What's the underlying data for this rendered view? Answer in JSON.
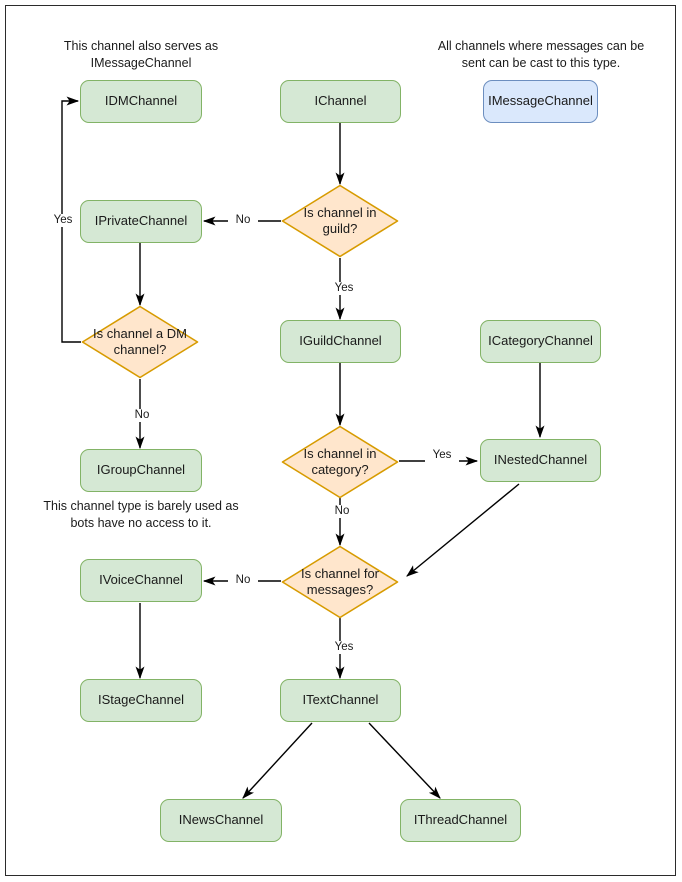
{
  "diagram": {
    "title": "Discord channel interface decision flowchart",
    "colors": {
      "green_fill": "#d5e8d4",
      "green_stroke": "#82b366",
      "blue_fill": "#dae8fc",
      "blue_stroke": "#6c8ebf",
      "orange_fill": "#ffe6cc",
      "orange_stroke": "#d79b00",
      "edge_stroke": "#000000",
      "frame_stroke": "#2b2b2b",
      "background": "#ffffff"
    },
    "notes": [
      {
        "id": "note-dm",
        "text": "This channel also serves as IMessageChannel"
      },
      {
        "id": "note-message",
        "text": "All channels where messages can be sent can be cast to this type."
      },
      {
        "id": "note-group",
        "text": "This channel type is barely used as bots have no access to it."
      }
    ],
    "nodes": [
      {
        "id": "idmchannel",
        "label": "IDMChannel",
        "shape": "rounded-rect",
        "style": "green"
      },
      {
        "id": "ichannel",
        "label": "IChannel",
        "shape": "rounded-rect",
        "style": "green"
      },
      {
        "id": "imessagechannel",
        "label": "IMessageChannel",
        "shape": "rounded-rect",
        "style": "blue"
      },
      {
        "id": "iprivatechannel",
        "label": "IPrivateChannel",
        "shape": "rounded-rect",
        "style": "green"
      },
      {
        "id": "is-channel-in-guild",
        "label": "Is channel in guild?",
        "shape": "diamond",
        "style": "orange"
      },
      {
        "id": "is-channel-dm",
        "label": "Is channel a DM channel?",
        "shape": "diamond",
        "style": "orange"
      },
      {
        "id": "iguildchannel",
        "label": "IGuildChannel",
        "shape": "rounded-rect",
        "style": "green"
      },
      {
        "id": "icategorychannel",
        "label": "ICategoryChannel",
        "shape": "rounded-rect",
        "style": "green"
      },
      {
        "id": "igroupchannel",
        "label": "IGroupChannel",
        "shape": "rounded-rect",
        "style": "green"
      },
      {
        "id": "is-channel-in-category",
        "label": "Is channel in category?",
        "shape": "diamond",
        "style": "orange"
      },
      {
        "id": "inestedchannel",
        "label": "INestedChannel",
        "shape": "rounded-rect",
        "style": "green"
      },
      {
        "id": "ivoicechannel",
        "label": "IVoiceChannel",
        "shape": "rounded-rect",
        "style": "green"
      },
      {
        "id": "is-channel-for-messages",
        "label": "Is channel for messages?",
        "shape": "diamond",
        "style": "orange"
      },
      {
        "id": "istagechannel",
        "label": "IStageChannel",
        "shape": "rounded-rect",
        "style": "green"
      },
      {
        "id": "itextchannel",
        "label": "ITextChannel",
        "shape": "rounded-rect",
        "style": "green"
      },
      {
        "id": "inewschannel",
        "label": "INewsChannel",
        "shape": "rounded-rect",
        "style": "green"
      },
      {
        "id": "ithreadchannel",
        "label": "IThreadChannel",
        "shape": "rounded-rect",
        "style": "green"
      }
    ],
    "edges": [
      {
        "id": "e-ichannel-guild",
        "from": "ichannel",
        "to": "is-channel-in-guild",
        "label": ""
      },
      {
        "id": "e-guild-no",
        "from": "is-channel-in-guild",
        "to": "iprivatechannel",
        "label": "No"
      },
      {
        "id": "e-guild-yes",
        "from": "is-channel-in-guild",
        "to": "iguildchannel",
        "label": "Yes"
      },
      {
        "id": "e-private-dm",
        "from": "iprivatechannel",
        "to": "is-channel-dm",
        "label": ""
      },
      {
        "id": "e-dm-yes",
        "from": "is-channel-dm",
        "to": "idmchannel",
        "label": "Yes"
      },
      {
        "id": "e-dm-no",
        "from": "is-channel-dm",
        "to": "igroupchannel",
        "label": "No"
      },
      {
        "id": "e-guildchannel-category",
        "from": "iguildchannel",
        "to": "is-channel-in-category",
        "label": ""
      },
      {
        "id": "e-category-yes",
        "from": "is-channel-in-category",
        "to": "inestedchannel",
        "label": "Yes"
      },
      {
        "id": "e-category-no",
        "from": "is-channel-in-category",
        "to": "is-channel-for-messages",
        "label": "No"
      },
      {
        "id": "e-cat-nested",
        "from": "icategorychannel",
        "to": "inestedchannel",
        "label": ""
      },
      {
        "id": "e-nested-messages",
        "from": "inestedchannel",
        "to": "is-channel-for-messages",
        "label": ""
      },
      {
        "id": "e-messages-no",
        "from": "is-channel-for-messages",
        "to": "ivoicechannel",
        "label": "No"
      },
      {
        "id": "e-messages-yes",
        "from": "is-channel-for-messages",
        "to": "itextchannel",
        "label": "Yes"
      },
      {
        "id": "e-voice-stage",
        "from": "ivoicechannel",
        "to": "istagechannel",
        "label": ""
      },
      {
        "id": "e-text-news",
        "from": "itextchannel",
        "to": "inewschannel",
        "label": ""
      },
      {
        "id": "e-text-thread",
        "from": "itextchannel",
        "to": "ithreadchannel",
        "label": ""
      }
    ],
    "edge_labels": {
      "guild_no": "No",
      "guild_yes": "Yes",
      "dm_yes": "Yes",
      "dm_no": "No",
      "category_yes": "Yes",
      "category_no": "No",
      "messages_no": "No",
      "messages_yes": "Yes"
    }
  }
}
